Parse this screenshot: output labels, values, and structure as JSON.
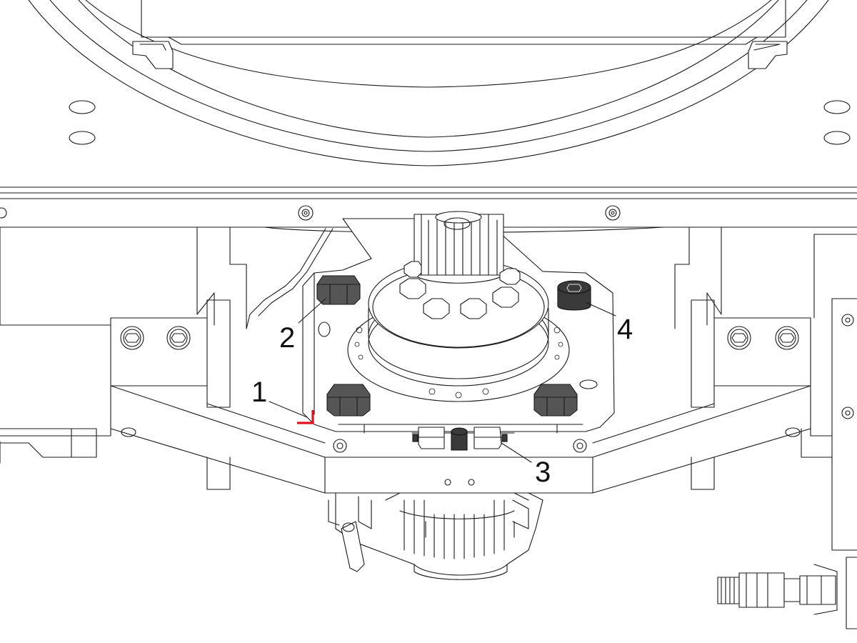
{
  "callouts": [
    {
      "id": "1",
      "label": "1"
    },
    {
      "id": "2",
      "label": "2"
    },
    {
      "id": "3",
      "label": "3"
    },
    {
      "id": "4",
      "label": "4"
    }
  ],
  "colors": {
    "line": "#1a1a1a",
    "highlight": "#e0141e",
    "bolt_fill": "#555555",
    "socket_fill": "#3a3a3a",
    "background": "#ffffff"
  },
  "icons": [
    "hex-bolt",
    "socket-head-cap-screw",
    "set-screw",
    "pinion-gear",
    "mounting-bracket"
  ]
}
